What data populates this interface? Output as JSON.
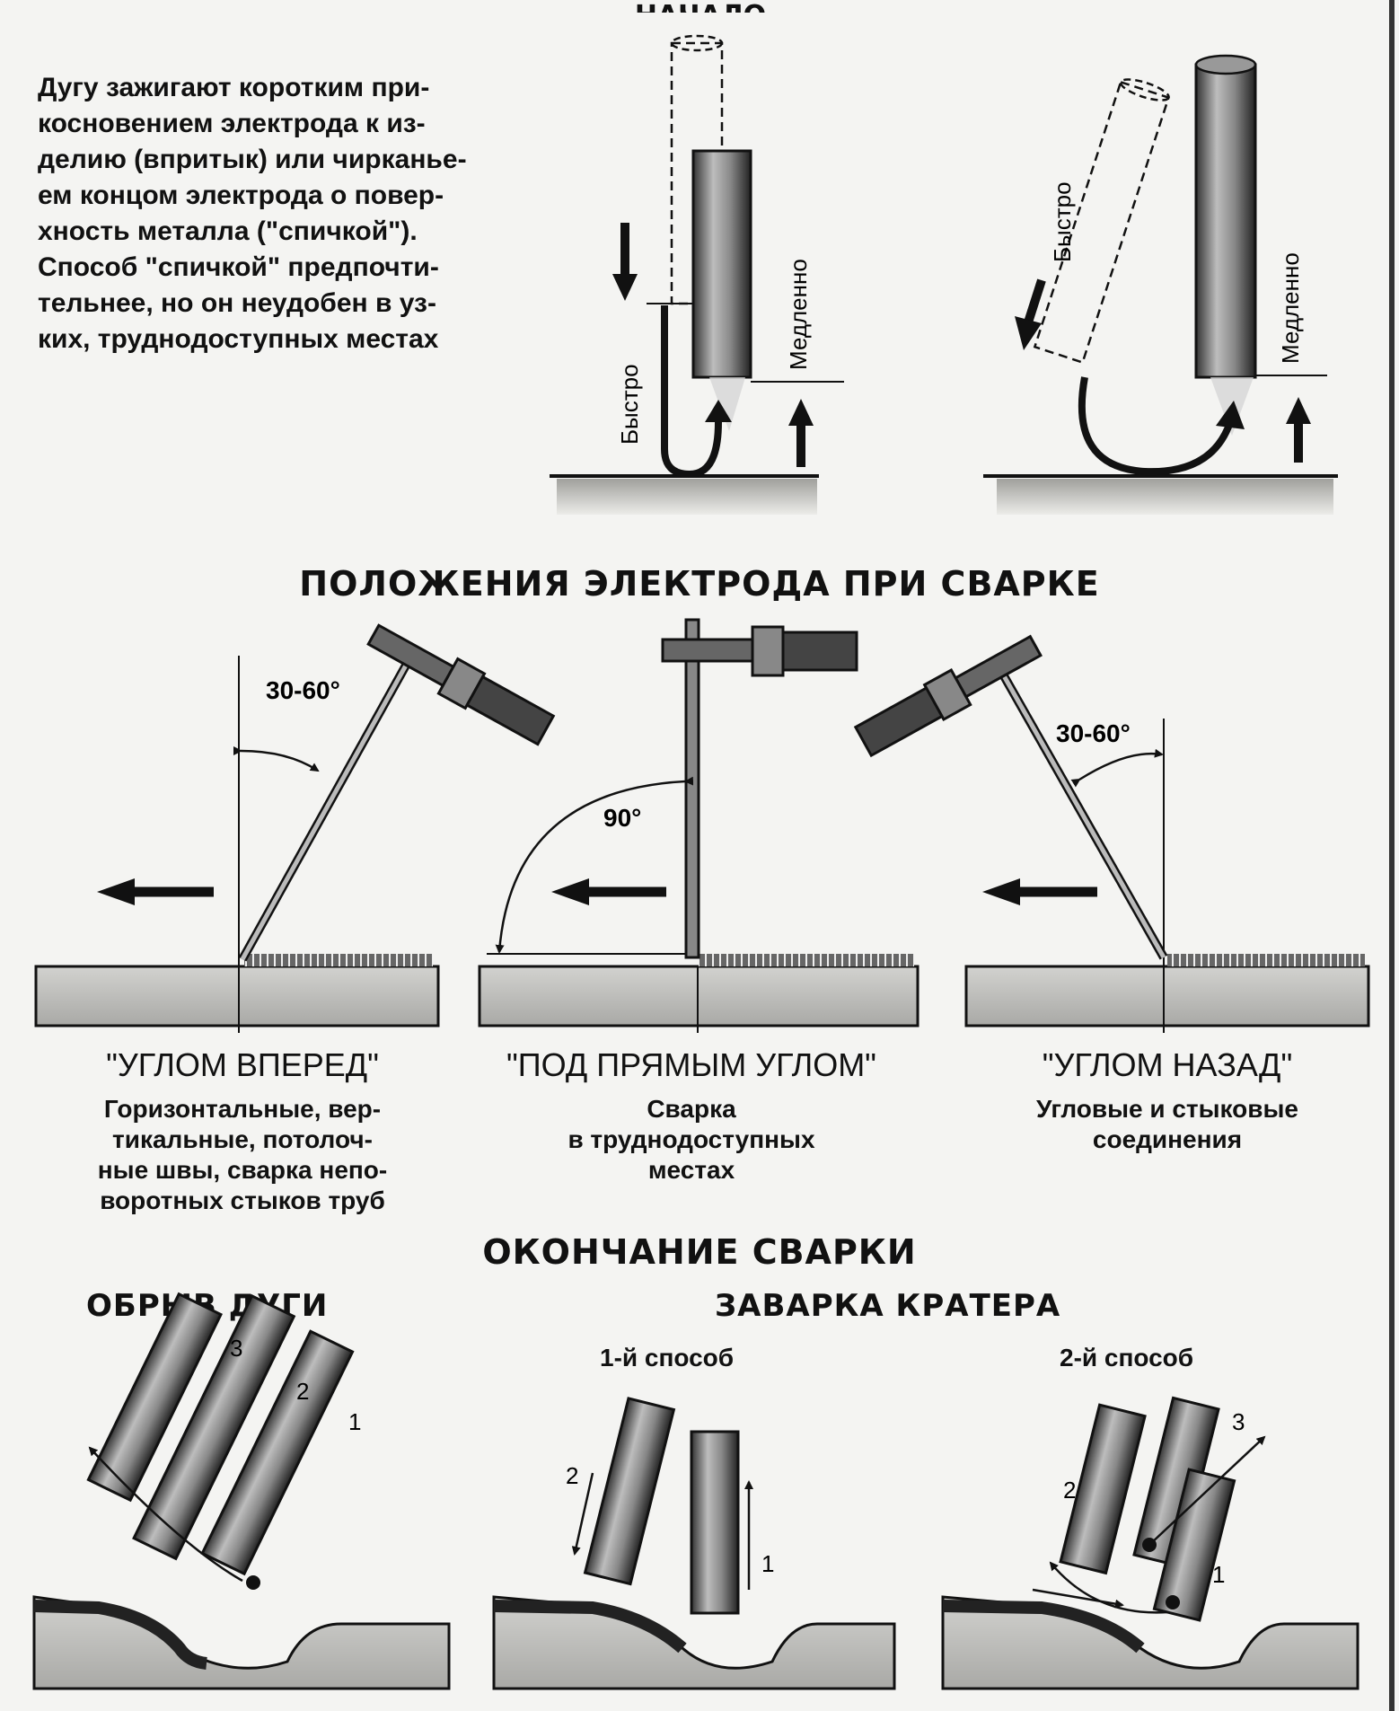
{
  "top_title": "НАЧАЛО",
  "intro_text": "Дугу зажигают коротким при-\nкосновением электрода к из-\nделию (впритык) или чирканье-\nем концом электрода о повер-\nхность металла (\"спичкой\").\nСпособ \"спичкой\" предпочти-\nтельнее, но он неудобен в уз-\nких, труднодоступных местах",
  "ignition": {
    "left": {
      "fast_label": "Быстро",
      "slow_label": "Медленно"
    },
    "right": {
      "fast_label": "Быстро",
      "slow_label": "Медленно"
    }
  },
  "positions_title": "ПОЛОЖЕНИЯ ЭЛЕКТРОДА ПРИ СВАРКЕ",
  "positions": [
    {
      "angle_label": "30-60°",
      "name": "\"УГЛОМ ВПЕРЕД\"",
      "description": "Горизонтальные, вер-\nтикальные, потолоч-\nные швы, сварка непо-\nворотных стыков труб"
    },
    {
      "angle_label": "90°",
      "name": "\"ПОД ПРЯМЫМ УГЛОМ\"",
      "description": "Сварка\nв труднодоступных\nместах"
    },
    {
      "angle_label": "30-60°",
      "name": "\"УГЛОМ НАЗАД\"",
      "description": "Угловые и стыковые\nсоединения"
    }
  ],
  "ending_title": "ОКОНЧАНИЕ СВАРКИ",
  "arc_break": {
    "title": "ОБРЫВ ДУГИ",
    "labels": [
      "1",
      "2",
      "3"
    ]
  },
  "crater": {
    "title": "ЗАВАРКА КРАТЕРА",
    "method1": {
      "title": "1-й способ",
      "labels": [
        "1",
        "2"
      ]
    },
    "method2": {
      "title": "2-й способ",
      "labels": [
        "1",
        "2",
        "3"
      ]
    }
  },
  "colors": {
    "ink": "#111111",
    "metal": "#b9b9b6",
    "paper": "#f4f4f2"
  }
}
